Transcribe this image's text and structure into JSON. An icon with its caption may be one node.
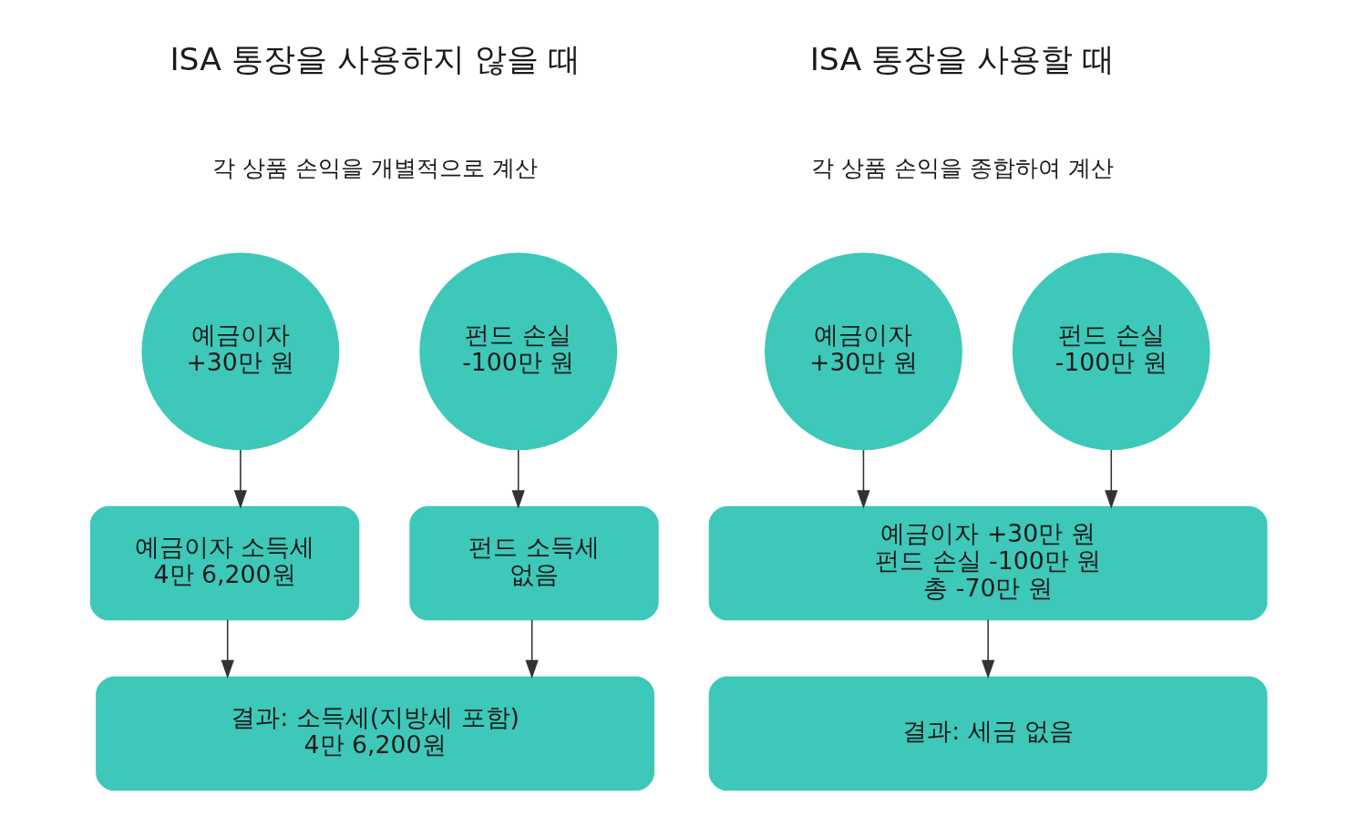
{
  "diagram": {
    "nodes": [
      {
        "text": [
          "예금이자 +30만 원"
        ]
      },
      {
        "text": [
          "펀드 손실 -100만 원"
        ]
      },
      {
        "text": [
          "예금이자 소득세 4만 6,200원"
        ]
      },
      {
        "text": [
          "펀드 소득세 없음"
        ]
      },
      {
        "text": [
          "결과: 소득세(지방세 포함) 4만 6,200원"
        ]
      },
      {
        "text": [
          "예금이자 +30만 원"
        ]
      },
      {
        "text": [
          "펀드 손실 -100만 원"
        ]
      },
      {
        "text": [
          "예금이자 +30만 원 펀드 손실 -100만 원 총 -70만 원"
        ]
      },
      {
        "text": [
          "결과: 세금 없음"
        ]
      }
    ],
    "edges": [
      {
        "from": 0,
        "to": 2,
        "arrow": "to"
      },
      {
        "from": 1,
        "to": 3,
        "arrow": "to"
      },
      {
        "from": 2,
        "to": 4,
        "arrow": "to"
      },
      {
        "from": 3,
        "to": 4,
        "arrow": "to"
      },
      {
        "from": 5,
        "to": 7,
        "arrow": "to"
      },
      {
        "from": 6,
        "to": 7,
        "arrow": "to"
      },
      {
        "from": 7,
        "to": 8,
        "arrow": "to"
      }
    ],
    "labels": [
      "ISA 통장을 사용하지 않을 때",
      "각 상품 손익을 개별적으로 계산",
      "ISA 통장을 사용할 때",
      "각 상품 손익을 종합하여 계산"
    ]
  }
}
